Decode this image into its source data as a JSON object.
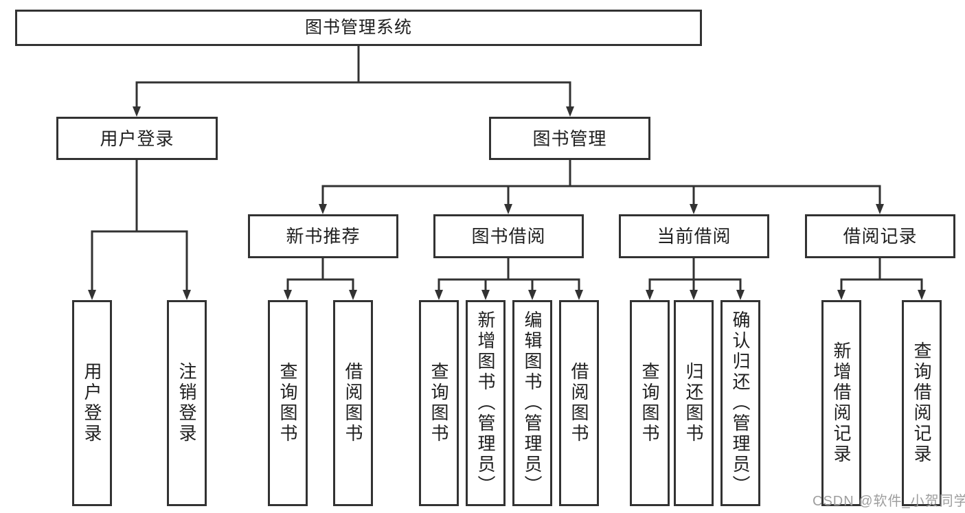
{
  "colors": {
    "line": "#323232",
    "box_border": "#323232",
    "text": "#1f1f1f",
    "watermark": "#9e9e9e",
    "background": "#ffffff"
  },
  "watermark": "CSDN @软件_小贺同学",
  "tree": {
    "label": "图书管理系统",
    "children": [
      {
        "label": "用户登录",
        "children": [
          {
            "label": "用户登录"
          },
          {
            "label": "注销登录"
          }
        ]
      },
      {
        "label": "图书管理",
        "children": [
          {
            "label": "新书推荐",
            "children": [
              {
                "label": "查询图书"
              },
              {
                "label": "借阅图书"
              }
            ]
          },
          {
            "label": "图书借阅",
            "children": [
              {
                "label": "查询图书"
              },
              {
                "label": "新增图书（管理员）"
              },
              {
                "label": "编辑图书（管理员）"
              },
              {
                "label": "借阅图书"
              }
            ]
          },
          {
            "label": "当前借阅",
            "children": [
              {
                "label": "查询图书"
              },
              {
                "label": "归还图书"
              },
              {
                "label": "确认归还（管理员）"
              }
            ]
          },
          {
            "label": "借阅记录",
            "children": [
              {
                "label": "新增借阅记录"
              },
              {
                "label": "查询借阅记录"
              }
            ]
          }
        ]
      }
    ]
  }
}
